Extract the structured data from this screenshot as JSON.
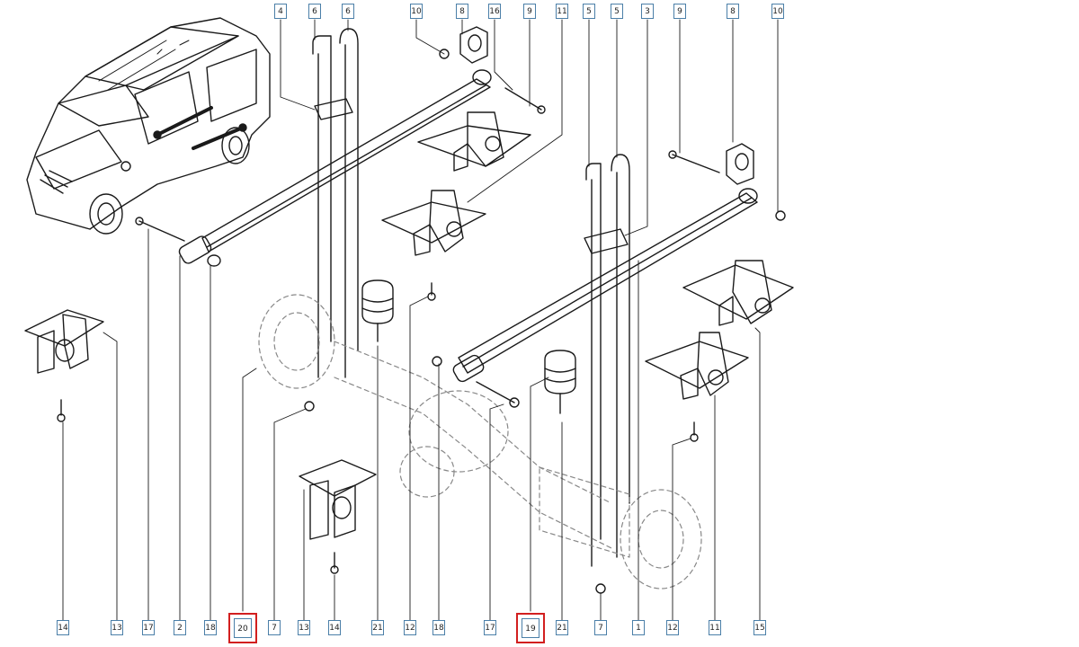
{
  "colors": {
    "label_border": "#4b7fa8",
    "highlight": "#d21f1f",
    "line": "#1a1a1a",
    "dash": "#888888"
  },
  "top_labels": [
    "4",
    "6",
    "6",
    "10",
    "8",
    "16",
    "9",
    "11",
    "5",
    "5",
    "3",
    "9",
    "8",
    "10"
  ],
  "bottom_labels": [
    "14",
    "13",
    "17",
    "2",
    "18",
    "20",
    "7",
    "13",
    "14",
    "21",
    "12",
    "18",
    "17",
    "19",
    "21",
    "7",
    "1",
    "12",
    "11",
    "15"
  ],
  "highlighted_labels": [
    "20",
    "19"
  ]
}
